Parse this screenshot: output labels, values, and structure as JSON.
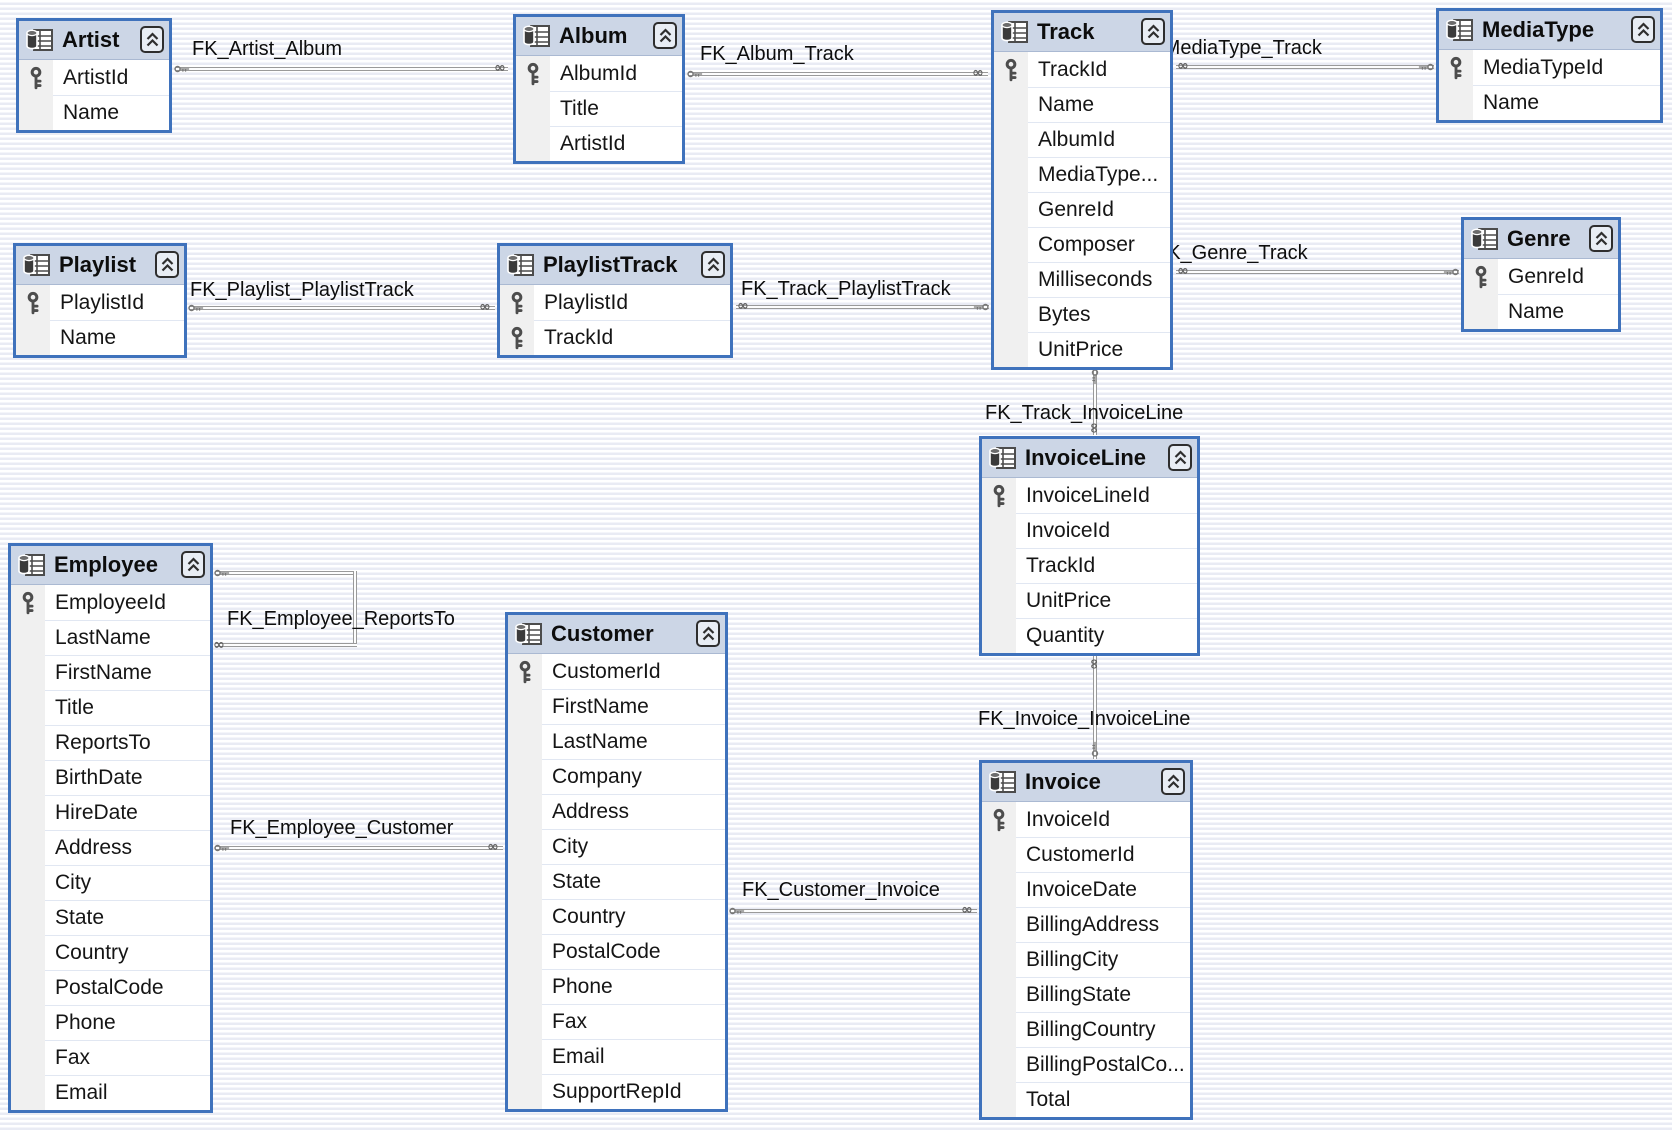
{
  "diagram": {
    "kind": "database-diagram",
    "colors": {
      "table_border": "#3f72bc",
      "header_bg": "#ccd6e6",
      "row_bg": "#ffffff",
      "key_column_bg": "#f0f0f0",
      "row_divider": "#e1e7f2",
      "connector": "#9a9a9a",
      "canvas_stripe": "#e9ebf4",
      "text": "#0d0d0d"
    },
    "icons": {
      "header": "table-icon",
      "collapse": "collapse-chevrons-icon",
      "primary_key": "key-icon",
      "many_end": "infinity-icon",
      "one_end": "key-icon"
    }
  },
  "tables": {
    "artist": {
      "title": "Artist",
      "columns": [
        {
          "name": "ArtistId",
          "pk": true
        },
        {
          "name": "Name",
          "pk": false
        }
      ]
    },
    "album": {
      "title": "Album",
      "columns": [
        {
          "name": "AlbumId",
          "pk": true
        },
        {
          "name": "Title",
          "pk": false
        },
        {
          "name": "ArtistId",
          "pk": false
        }
      ]
    },
    "track": {
      "title": "Track",
      "columns": [
        {
          "name": "TrackId",
          "pk": true
        },
        {
          "name": "Name",
          "pk": false
        },
        {
          "name": "AlbumId",
          "pk": false
        },
        {
          "name": "MediaType...",
          "pk": false
        },
        {
          "name": "GenreId",
          "pk": false
        },
        {
          "name": "Composer",
          "pk": false
        },
        {
          "name": "Milliseconds",
          "pk": false
        },
        {
          "name": "Bytes",
          "pk": false
        },
        {
          "name": "UnitPrice",
          "pk": false
        }
      ]
    },
    "mediatype": {
      "title": "MediaType",
      "columns": [
        {
          "name": "MediaTypeId",
          "pk": true
        },
        {
          "name": "Name",
          "pk": false
        }
      ]
    },
    "genre": {
      "title": "Genre",
      "columns": [
        {
          "name": "GenreId",
          "pk": true
        },
        {
          "name": "Name",
          "pk": false
        }
      ]
    },
    "playlist": {
      "title": "Playlist",
      "columns": [
        {
          "name": "PlaylistId",
          "pk": true
        },
        {
          "name": "Name",
          "pk": false
        }
      ]
    },
    "playlisttrack": {
      "title": "PlaylistTrack",
      "columns": [
        {
          "name": "PlaylistId",
          "pk": true
        },
        {
          "name": "TrackId",
          "pk": true
        }
      ]
    },
    "invoiceline": {
      "title": "InvoiceLine",
      "columns": [
        {
          "name": "InvoiceLineId",
          "pk": true
        },
        {
          "name": "InvoiceId",
          "pk": false
        },
        {
          "name": "TrackId",
          "pk": false
        },
        {
          "name": "UnitPrice",
          "pk": false
        },
        {
          "name": "Quantity",
          "pk": false
        }
      ]
    },
    "employee": {
      "title": "Employee",
      "columns": [
        {
          "name": "EmployeeId",
          "pk": true
        },
        {
          "name": "LastName",
          "pk": false
        },
        {
          "name": "FirstName",
          "pk": false
        },
        {
          "name": "Title",
          "pk": false
        },
        {
          "name": "ReportsTo",
          "pk": false
        },
        {
          "name": "BirthDate",
          "pk": false
        },
        {
          "name": "HireDate",
          "pk": false
        },
        {
          "name": "Address",
          "pk": false
        },
        {
          "name": "City",
          "pk": false
        },
        {
          "name": "State",
          "pk": false
        },
        {
          "name": "Country",
          "pk": false
        },
        {
          "name": "PostalCode",
          "pk": false
        },
        {
          "name": "Phone",
          "pk": false
        },
        {
          "name": "Fax",
          "pk": false
        },
        {
          "name": "Email",
          "pk": false
        }
      ]
    },
    "customer": {
      "title": "Customer",
      "columns": [
        {
          "name": "CustomerId",
          "pk": true
        },
        {
          "name": "FirstName",
          "pk": false
        },
        {
          "name": "LastName",
          "pk": false
        },
        {
          "name": "Company",
          "pk": false
        },
        {
          "name": "Address",
          "pk": false
        },
        {
          "name": "City",
          "pk": false
        },
        {
          "name": "State",
          "pk": false
        },
        {
          "name": "Country",
          "pk": false
        },
        {
          "name": "PostalCode",
          "pk": false
        },
        {
          "name": "Phone",
          "pk": false
        },
        {
          "name": "Fax",
          "pk": false
        },
        {
          "name": "Email",
          "pk": false
        },
        {
          "name": "SupportRepId",
          "pk": false
        }
      ]
    },
    "invoice": {
      "title": "Invoice",
      "columns": [
        {
          "name": "InvoiceId",
          "pk": true
        },
        {
          "name": "CustomerId",
          "pk": false
        },
        {
          "name": "InvoiceDate",
          "pk": false
        },
        {
          "name": "BillingAddress",
          "pk": false
        },
        {
          "name": "BillingCity",
          "pk": false
        },
        {
          "name": "BillingState",
          "pk": false
        },
        {
          "name": "BillingCountry",
          "pk": false
        },
        {
          "name": "BillingPostalCo...",
          "pk": false
        },
        {
          "name": "Total",
          "pk": false
        }
      ]
    }
  },
  "relationships": {
    "artist_album": {
      "label": "FK_Artist_Album",
      "from": "Artist",
      "to": "Album"
    },
    "album_track": {
      "label": "FK_Album_Track",
      "from": "Album",
      "to": "Track"
    },
    "mediatype_track": {
      "label": "FK_MediaType_Track",
      "from": "MediaType",
      "to": "Track"
    },
    "genre_track": {
      "label": "FK_Genre_Track",
      "from": "Genre",
      "to": "Track"
    },
    "playlist_playlisttrack": {
      "label": "FK_Playlist_PlaylistTrack",
      "from": "Playlist",
      "to": "PlaylistTrack"
    },
    "track_playlisttrack": {
      "label": "FK_Track_PlaylistTrack",
      "from": "Track",
      "to": "PlaylistTrack"
    },
    "track_invoiceline": {
      "label": "FK_Track_InvoiceLine",
      "from": "Track",
      "to": "InvoiceLine"
    },
    "invoice_invoiceline": {
      "label": "FK_Invoice_InvoiceLine",
      "from": "Invoice",
      "to": "InvoiceLine"
    },
    "employee_reportsto": {
      "label": "FK_Employee_ReportsTo",
      "from": "Employee",
      "to": "Employee"
    },
    "employee_customer": {
      "label": "FK_Employee_Customer",
      "from": "Employee",
      "to": "Customer"
    },
    "customer_invoice": {
      "label": "FK_Customer_Invoice",
      "from": "Customer",
      "to": "Invoice"
    }
  }
}
